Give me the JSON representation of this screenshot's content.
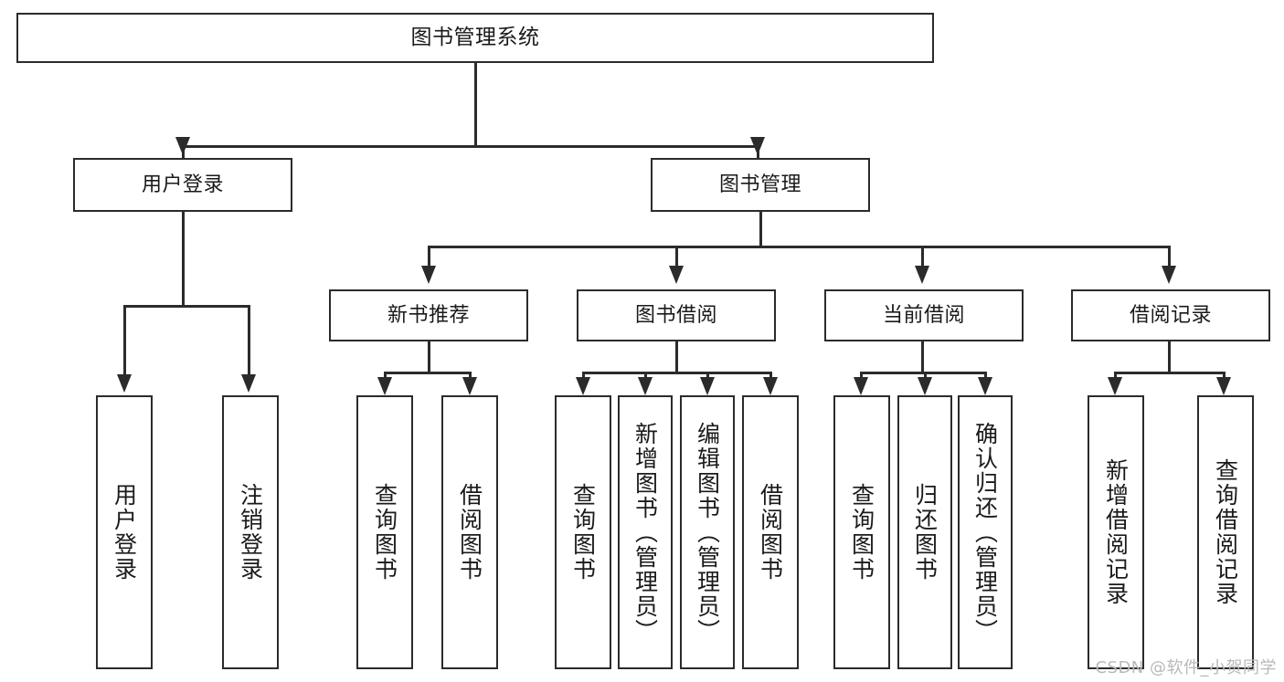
{
  "diagram": {
    "title": "图书管理系统",
    "type": "功能结构图",
    "watermark": "CSDN @软件_小贺同学",
    "colors": {
      "stroke": "#2b2b2b",
      "fill": "#ffffff",
      "text": "#1a1a1a",
      "watermark": "#b9b9b9"
    },
    "nodes": {
      "root": {
        "label": "图书管理系统"
      },
      "level2": [
        {
          "id": "user-login",
          "label": "用户登录"
        },
        {
          "id": "book-manage",
          "label": "图书管理"
        }
      ],
      "level3": [
        {
          "id": "new-book-recommend",
          "label": "新书推荐"
        },
        {
          "id": "book-borrow",
          "label": "图书借阅"
        },
        {
          "id": "current-borrow",
          "label": "当前借阅"
        },
        {
          "id": "borrow-record",
          "label": "借阅记录"
        }
      ],
      "leaves": {
        "user-login": [
          {
            "id": "login",
            "label": "用户登录"
          },
          {
            "id": "logout",
            "label": "注销登录"
          }
        ],
        "new-book-recommend": [
          {
            "id": "query-book-1",
            "label": "查询图书"
          },
          {
            "id": "borrow-book-1",
            "label": "借阅图书"
          }
        ],
        "book-borrow": [
          {
            "id": "query-book-2",
            "label": "查询图书"
          },
          {
            "id": "add-book",
            "label": "新增图书（管理员）"
          },
          {
            "id": "edit-book",
            "label": "编辑图书（管理员）"
          },
          {
            "id": "borrow-book-2",
            "label": "借阅图书"
          }
        ],
        "current-borrow": [
          {
            "id": "query-book-3",
            "label": "查询图书"
          },
          {
            "id": "return-book",
            "label": "归还图书"
          },
          {
            "id": "confirm-return",
            "label": "确认归还（管理员）"
          }
        ],
        "borrow-record": [
          {
            "id": "add-borrow-record",
            "label": "新增借阅记录"
          },
          {
            "id": "query-borrow-record",
            "label": "查询借阅记录"
          }
        ]
      }
    }
  }
}
